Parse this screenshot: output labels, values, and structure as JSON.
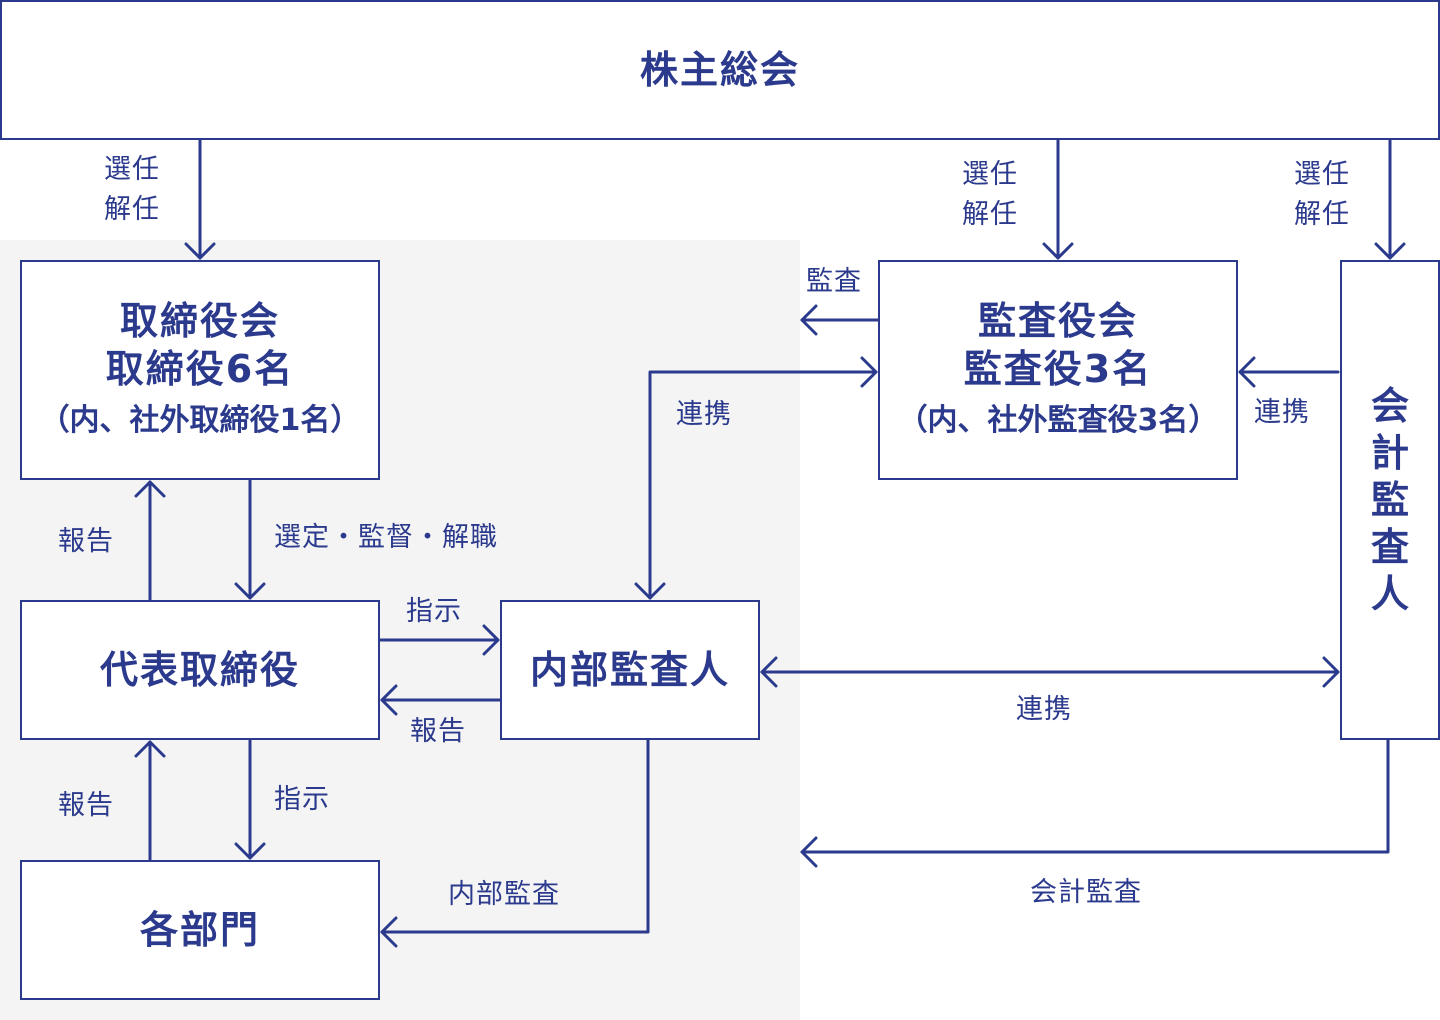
{
  "diagram": {
    "colors": {
      "line": "#2b3a8c",
      "text": "#2b3a8c",
      "box_fill": "#ffffff",
      "zone_fill": "#f4f4f5"
    },
    "nodes": {
      "shareholders": {
        "title": "株主総会"
      },
      "board": {
        "title": "取締役会",
        "subtitle": "取締役6名",
        "note": "（内、社外取締役1名）"
      },
      "audit_board": {
        "title": "監査役会",
        "subtitle": "監査役3名",
        "note": "（内、社外監査役3名）"
      },
      "accounting_auditor": {
        "chars": [
          "会",
          "計",
          "監",
          "査",
          "人"
        ]
      },
      "representative": {
        "title": "代表取締役"
      },
      "internal_auditor": {
        "title": "内部監査人"
      },
      "departments": {
        "title": "各部門"
      }
    },
    "edge_labels": {
      "elect_line1": "選任",
      "elect_line2": "解任",
      "audit": "監査",
      "cooperation": "連携",
      "report": "報告",
      "select_supervise_dismiss": "選定・監督・解職",
      "instruct": "指示",
      "internal_audit": "内部監査",
      "accounting_audit": "会計監査"
    }
  }
}
